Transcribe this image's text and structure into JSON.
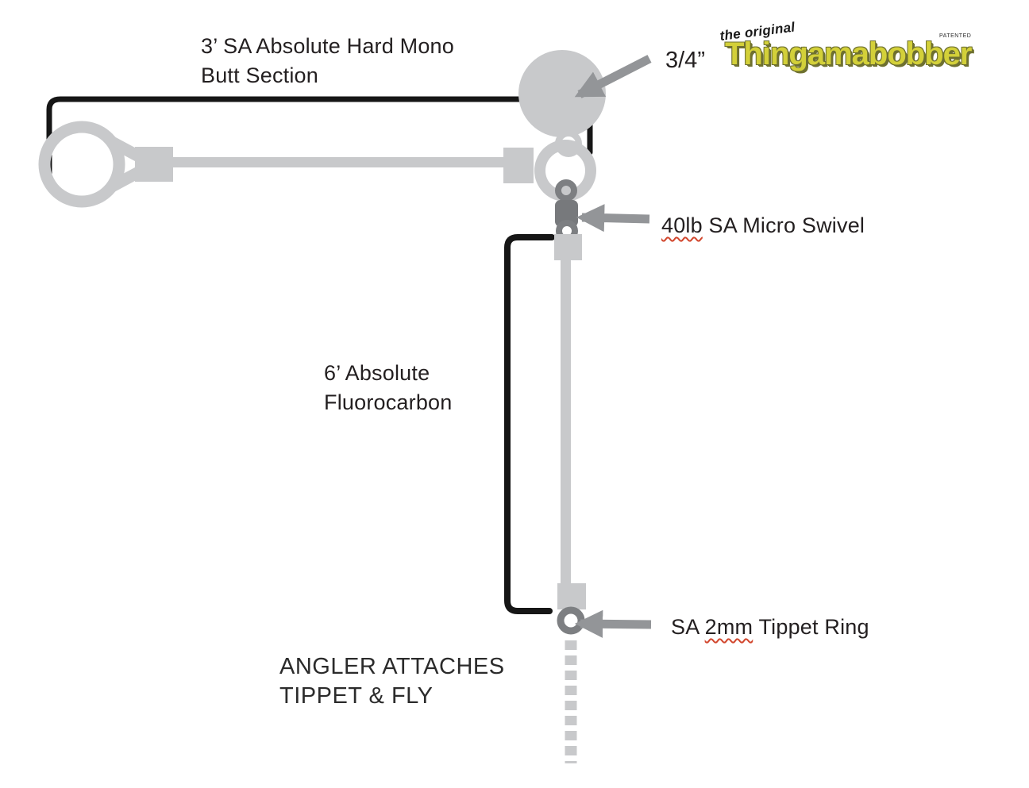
{
  "diagram": {
    "butt_label": {
      "line1": "3’ SA Absolute Hard Mono",
      "line2": "Butt Section"
    },
    "bobber_size": "3/4”",
    "logo": {
      "tagline": "the original",
      "name": "Thingamabobber",
      "patented": "PATENTED"
    },
    "swivel_label": {
      "flagged": "40lb",
      "rest": " SA Micro Swivel"
    },
    "fluoro_label": {
      "line1": "6’ Absolute",
      "line2": "Fluorocarbon"
    },
    "tippet_ring_label": {
      "prefix": "SA ",
      "flagged": "2mm",
      "rest": " Tippet Ring"
    },
    "angler_note": {
      "line1": "ANGLER ATTACHES",
      "line2": "TIPPET & FLY"
    }
  },
  "colors": {
    "line_gray": "#c8c9cb",
    "hardware_gray": "#7d7f82",
    "arrow_gray": "#939598",
    "bracket_black": "#161616",
    "logo_fill": "#d3d039",
    "logo_shade": "#6e7030",
    "squiggle_red": "#d2472e"
  }
}
